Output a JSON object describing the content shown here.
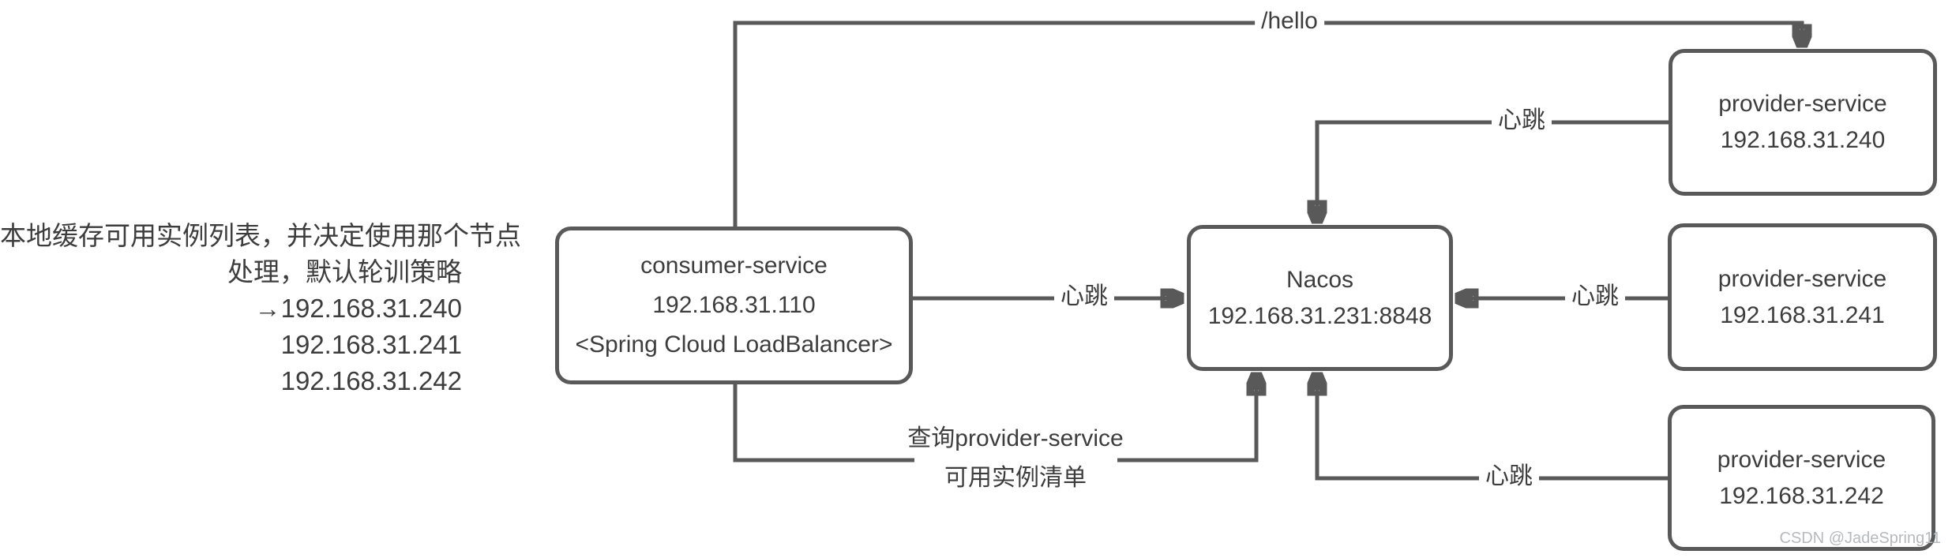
{
  "note": {
    "lines": [
      "本地缓存可用实例列表，并决定使用那个节点",
      "处理，默认轮训策略",
      "→192.168.31.240",
      "192.168.31.241",
      "192.168.31.242"
    ]
  },
  "nodes": {
    "consumer": {
      "lines": [
        "consumer-service",
        "192.168.31.110",
        "<Spring Cloud LoadBalancer>"
      ]
    },
    "nacos": {
      "lines": [
        "Nacos",
        "192.168.31.231:8848"
      ]
    },
    "provider1": {
      "lines": [
        "provider-service",
        "192.168.31.240"
      ]
    },
    "provider2": {
      "lines": [
        "provider-service",
        "192.168.31.241"
      ]
    },
    "provider3": {
      "lines": [
        "provider-service",
        "192.168.31.242"
      ]
    }
  },
  "edges": {
    "hello": "/hello",
    "heartbeat_consumer": "心跳",
    "heartbeat_provider1": "心跳",
    "heartbeat_provider2": "心跳",
    "heartbeat_provider3": "心跳",
    "query_line1": "查询provider-service",
    "query_line2": "可用实例清单"
  },
  "watermark": "CSDN @JadeSpring11",
  "colors": {
    "line": "#595959",
    "text": "#3d3d3d",
    "watermark": "#b4babe",
    "background": "#ffffff"
  }
}
